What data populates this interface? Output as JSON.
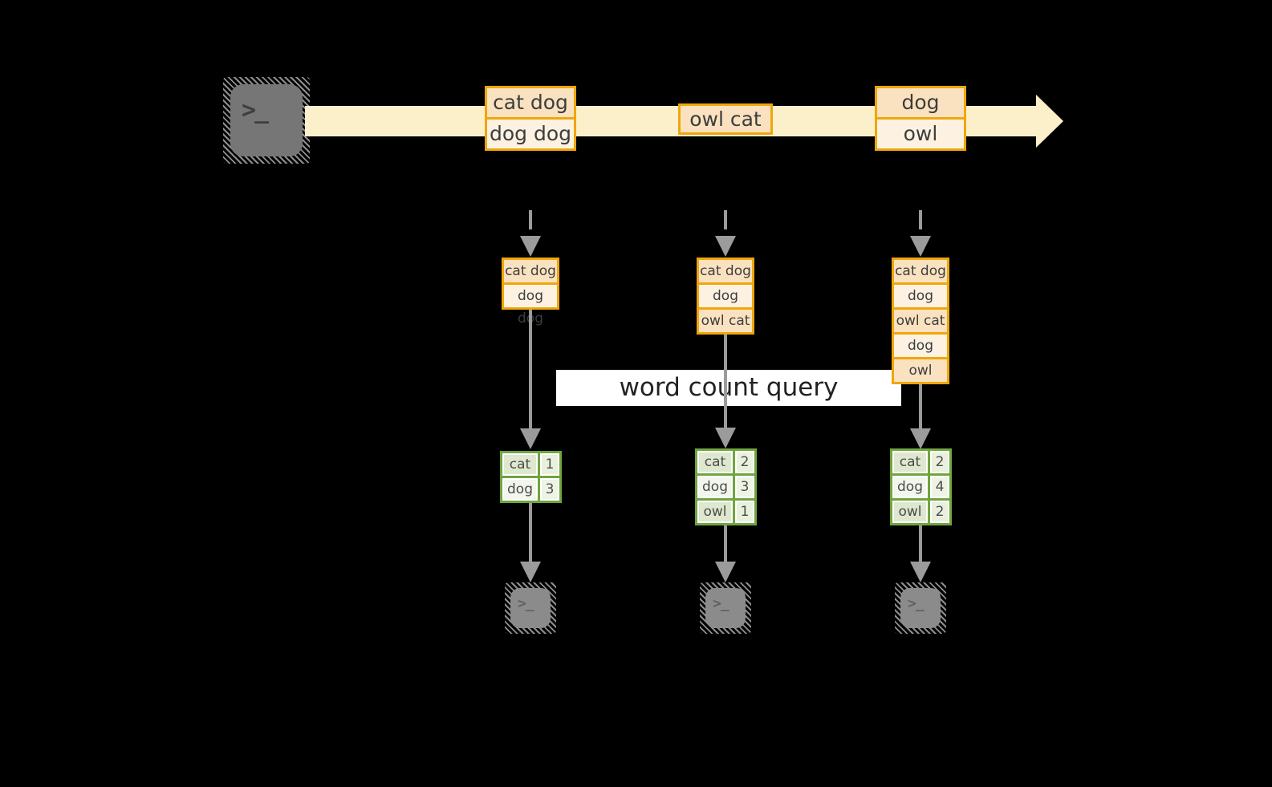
{
  "query": {
    "label": "word count query"
  },
  "source": {
    "icon": "terminal-icon",
    "glyph": ">_"
  },
  "sinks": {
    "icon": "terminal-icon",
    "glyph": ">_"
  },
  "stream": {
    "events": [
      {
        "lines": [
          "cat dog",
          "dog dog"
        ]
      },
      {
        "lines": [
          "owl cat"
        ]
      },
      {
        "lines": [
          "dog",
          "owl"
        ]
      }
    ]
  },
  "columns": [
    {
      "buffer": [
        "cat dog",
        "dog dog"
      ],
      "counts": [
        {
          "word": "cat",
          "count": 1
        },
        {
          "word": "dog",
          "count": 3
        }
      ]
    },
    {
      "buffer": [
        "cat dog",
        "dog dog",
        "owl cat"
      ],
      "counts": [
        {
          "word": "cat",
          "count": 2
        },
        {
          "word": "dog",
          "count": 3
        },
        {
          "word": "owl",
          "count": 1
        }
      ]
    },
    {
      "buffer": [
        "cat dog",
        "dog dog",
        "owl cat",
        "dog",
        "owl"
      ],
      "counts": [
        {
          "word": "cat",
          "count": 2
        },
        {
          "word": "dog",
          "count": 4
        },
        {
          "word": "owl",
          "count": 2
        }
      ]
    }
  ],
  "colors": {
    "gold_border": "#f0a60a",
    "peach_cell": "#fae2c0",
    "cream_cell": "#fdf2e2",
    "stream_band": "#fcf0cb",
    "green_border": "#6fa53e",
    "green_cell_dark": "#dee8ce",
    "green_cell_light": "#f2f6ec",
    "arrow_gray": "#9b9b9b",
    "query_band_bg": "#ffffff",
    "terminal_gray": "#7a7a7a"
  }
}
